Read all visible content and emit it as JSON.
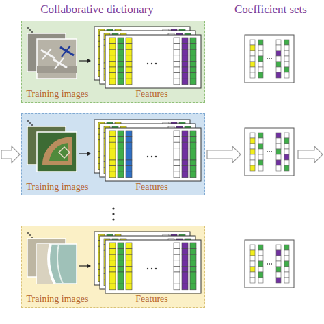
{
  "diagram": {
    "nodes": [
      {
        "text": [
          "Training images",
          "Features"
        ]
      },
      {
        "text": [
          "Training images",
          "Features"
        ]
      },
      {
        "text": [
          "Training images",
          "Features"
        ]
      }
    ],
    "labels": [
      "Collaborative dictionary",
      "Coefficient sets"
    ]
  }
}
